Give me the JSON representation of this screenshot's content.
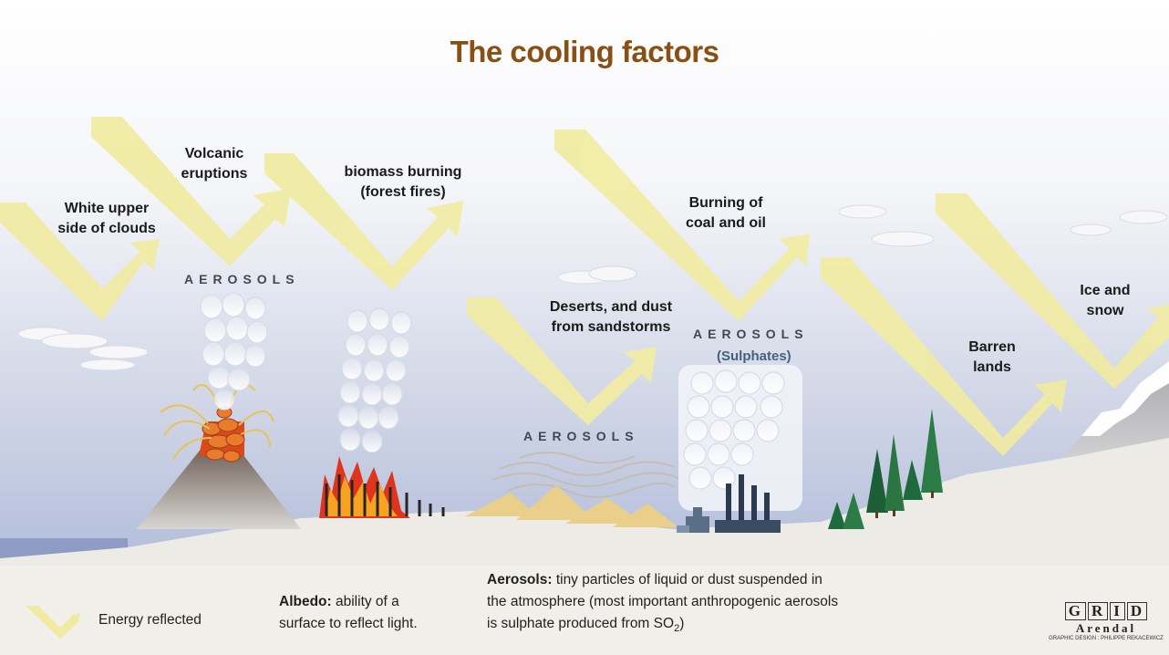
{
  "title": "The cooling factors",
  "labels": {
    "white_clouds": [
      "White upper",
      "side of clouds"
    ],
    "volcanic": [
      "Volcanic",
      "eruptions"
    ],
    "biomass": [
      "biomass burning",
      "(forest fires)"
    ],
    "deserts": [
      "Deserts, and dust",
      "from sandstorms"
    ],
    "coal": [
      "Burning of",
      "coal and oil"
    ],
    "barren": [
      "Barren",
      "lands"
    ],
    "ice": [
      "Ice and",
      "snow"
    ]
  },
  "aerosols": {
    "volcano": "AEROSOLS",
    "desert": "AEROSOLS",
    "industry": "AEROSOLS",
    "sulphates": "(Sulphates)"
  },
  "legend": {
    "energy": "Energy reflected",
    "albedo_term": "Albedo:",
    "albedo_text_1": "ability of a",
    "albedo_text_2": "surface to reflect light.",
    "aerosols_term": "Aerosols:",
    "aerosols_text_1": "tiny particles of liquid or dust suspended in",
    "aerosols_text_2": "the atmosphere (most important anthropogenic aerosols",
    "aerosols_text_3": "is sulphate produced from SO",
    "aerosols_sub": "2",
    "aerosols_end": ")"
  },
  "logo": {
    "letters": [
      "G",
      "R",
      "I",
      "D"
    ],
    "name": "Arendal",
    "credit": "GRAPHIC DESIGN : PHILIPPE REKACEWICZ"
  },
  "colors": {
    "title": "#8a4f12",
    "arrow": "#f1eba2",
    "sky_top": "#ffffff",
    "sky_bottom": "#b9c3de",
    "ground": "#ecebe5"
  }
}
